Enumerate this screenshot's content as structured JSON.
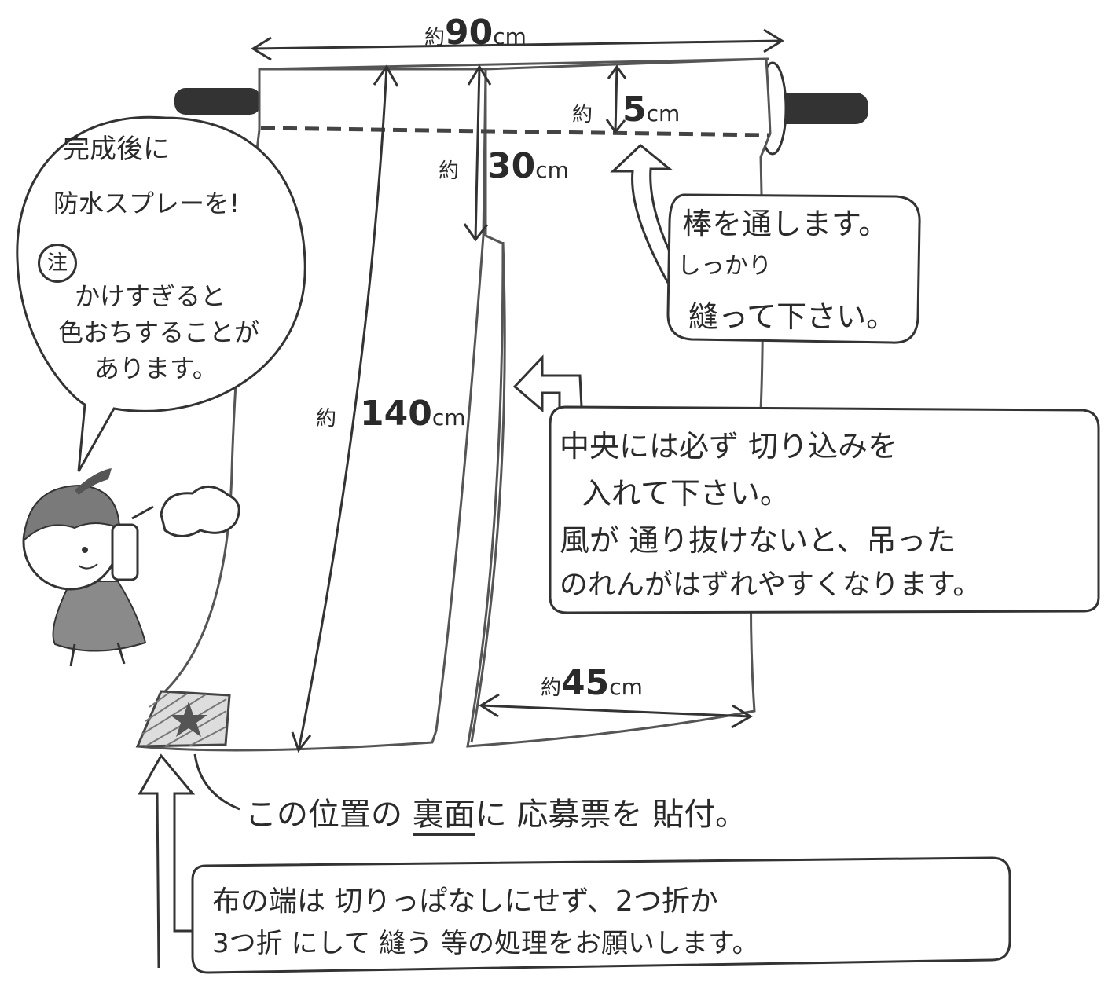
{
  "dimensions": {
    "width_total": {
      "prefix": "約",
      "value": "90",
      "unit": "cm"
    },
    "rod_pocket": {
      "prefix": "約",
      "value": "5",
      "unit": "cm"
    },
    "slit_top": {
      "prefix": "約",
      "value": "30",
      "unit": "cm"
    },
    "length_total": {
      "prefix": "約",
      "value": "140",
      "unit": "cm"
    },
    "panel_width": {
      "prefix": "約",
      "value": "45",
      "unit": "cm"
    }
  },
  "notes": {
    "spray": {
      "line1": "完成後に",
      "line2": "防水スプレーを!",
      "caution_mark": "注",
      "line3": "かけすぎると",
      "line4": "色おちすることが",
      "line5": "あります。"
    },
    "rod": {
      "line1": "棒を通します。",
      "line2": "しっかり",
      "line3": "縫って下さい。"
    },
    "slit": {
      "line1": "中央には必ず 切り込みを",
      "line2": "入れて下さい。",
      "line3": "風が 通り抜けないと、吊った",
      "line4": "のれんがはずれやすくなります。"
    },
    "label": {
      "before": "この位置の ",
      "underlined": "裏面",
      "after": "に 応募票を 貼付。"
    },
    "hem": {
      "line1": "布の端は 切りっぱなしにせず、2つ折か",
      "line2": "3つ折 にして 縫う 等の処理をお願いします。"
    }
  },
  "colors": {
    "ink": "#2a2a2a",
    "rod": "#333333",
    "shade": "#8a8a8a",
    "paper": "#ffffff"
  }
}
